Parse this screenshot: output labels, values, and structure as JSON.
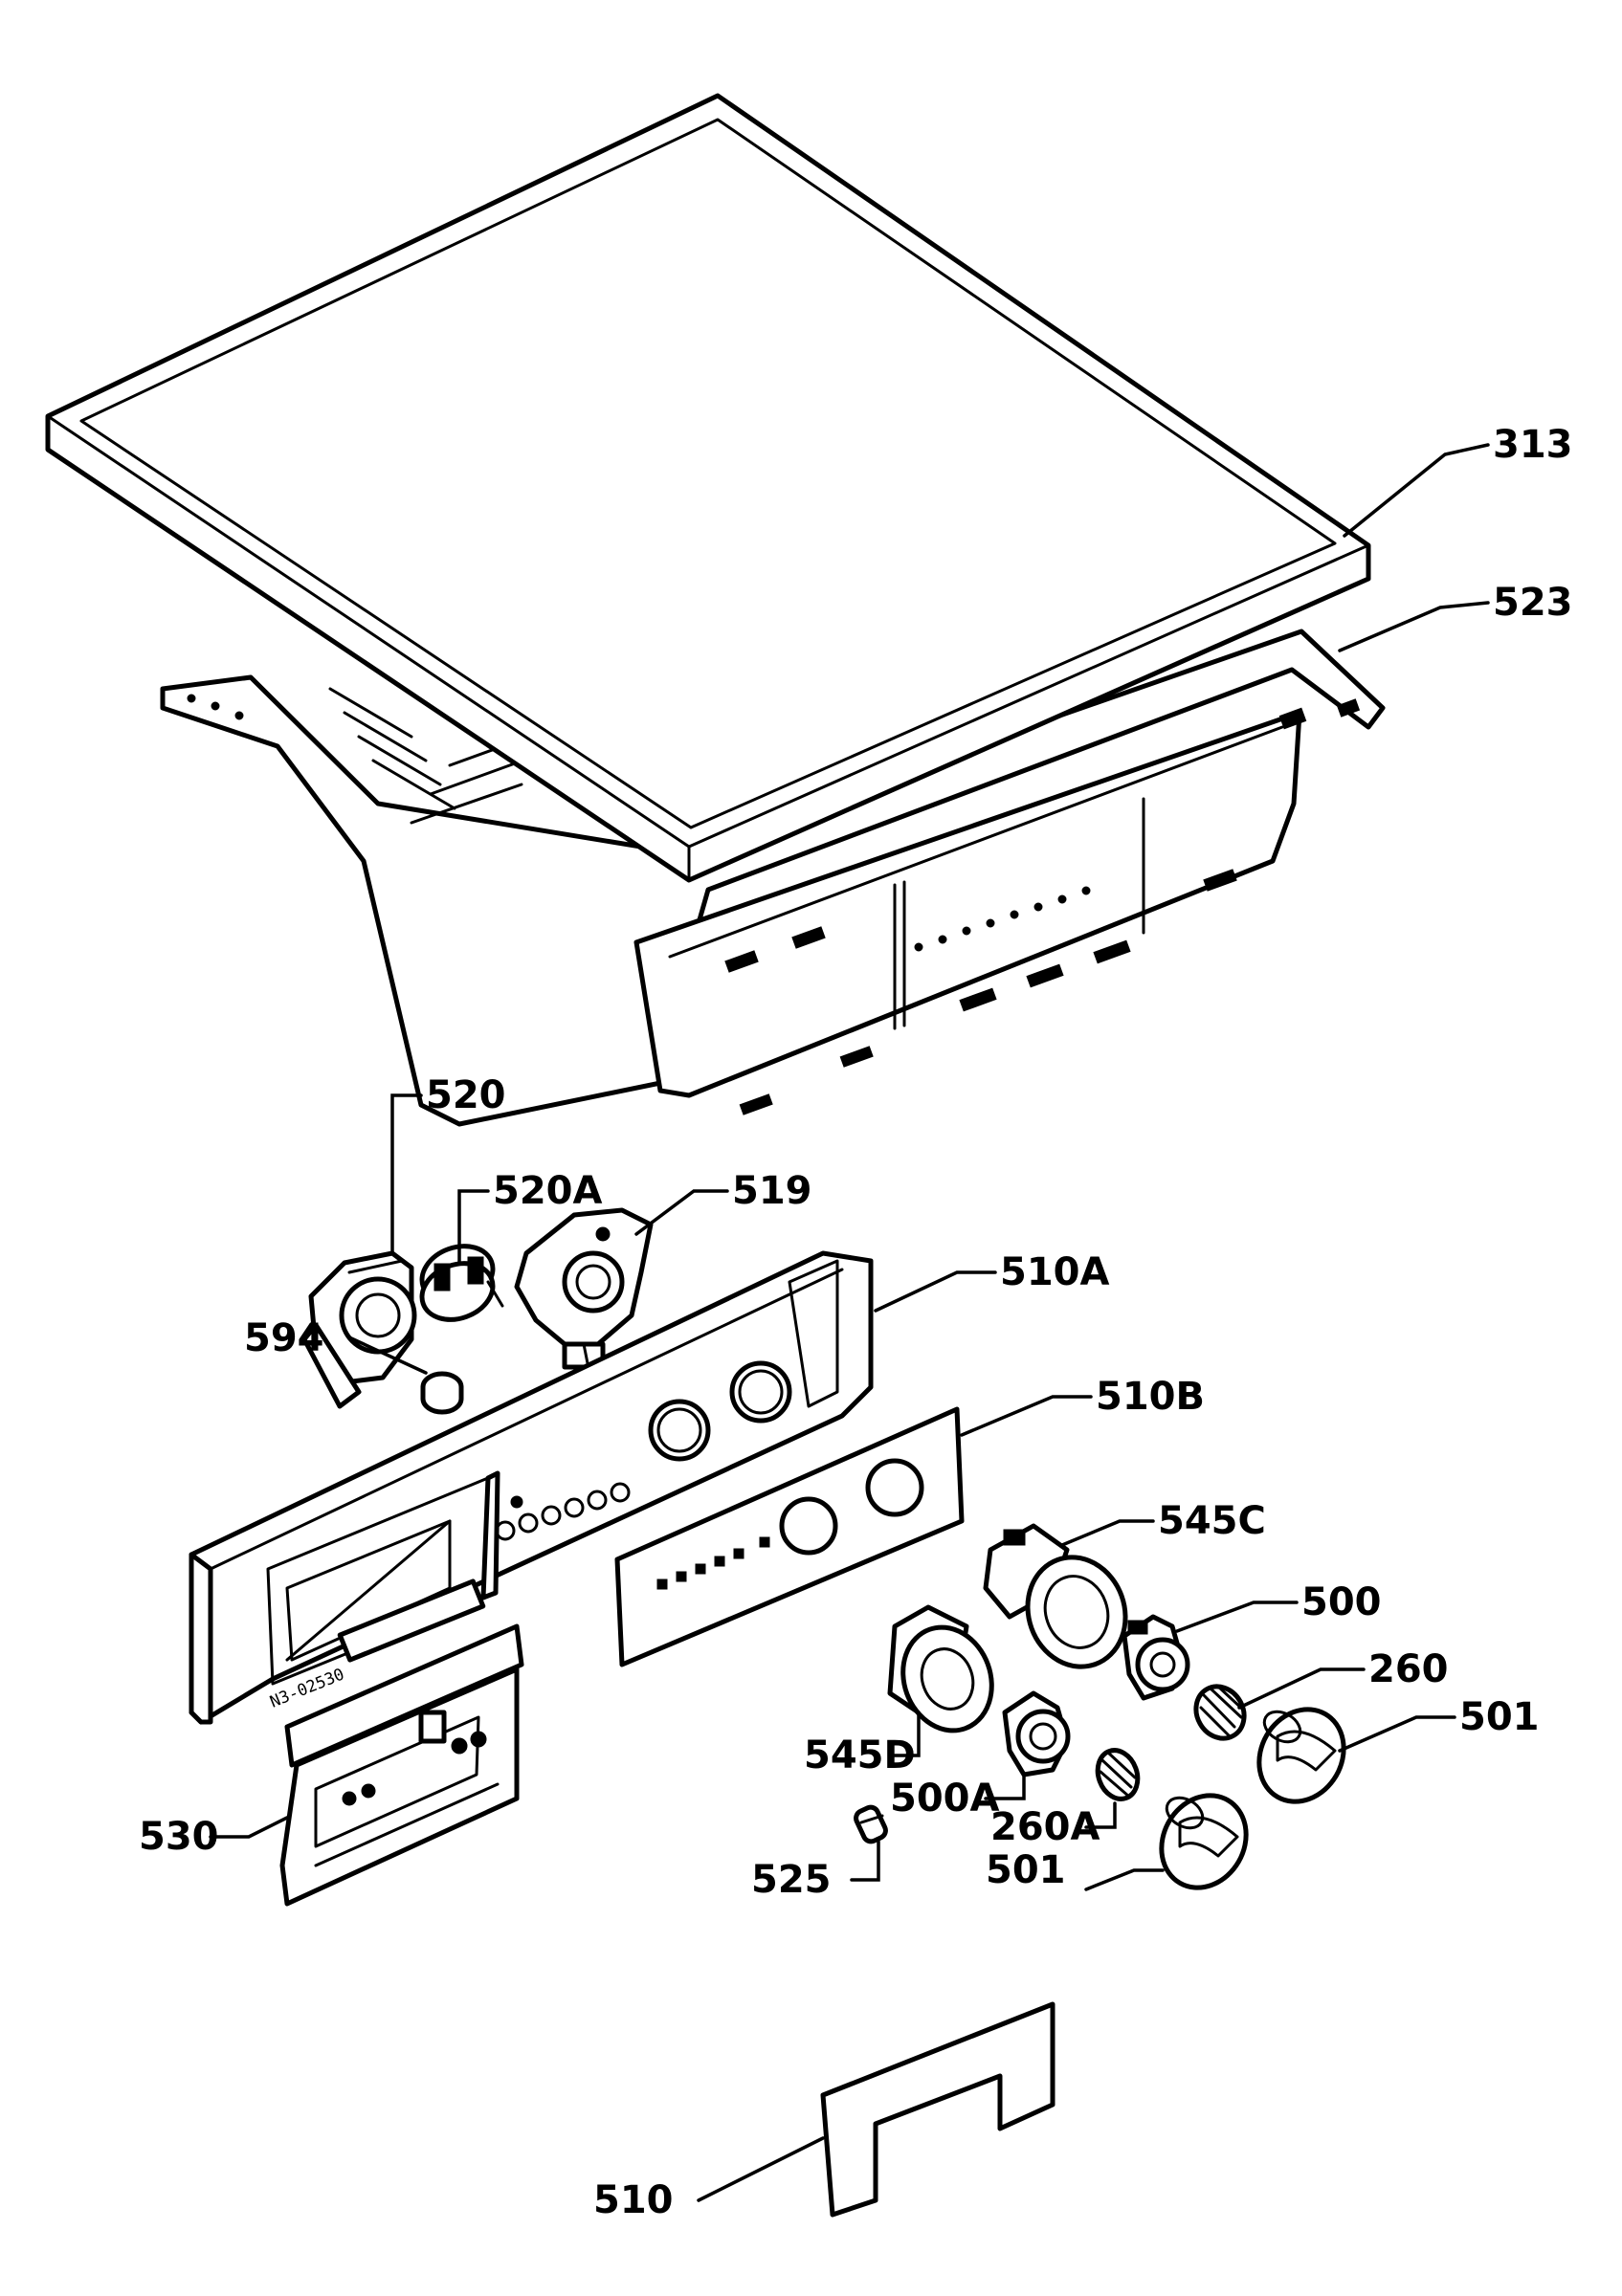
{
  "labels": {
    "p313": "313",
    "p523": "523",
    "p520": "520",
    "p520A": "520A",
    "p519": "519",
    "p594": "594",
    "p510A": "510A",
    "p510B": "510B",
    "p545C": "545C",
    "p500": "500",
    "p260": "260",
    "p501a": "501",
    "p545D": "545D",
    "p500A": "500A",
    "p260A": "260A",
    "p501b": "501",
    "p525": "525",
    "p530": "530",
    "p510": "510"
  },
  "panel_stamp": "N3-02530"
}
